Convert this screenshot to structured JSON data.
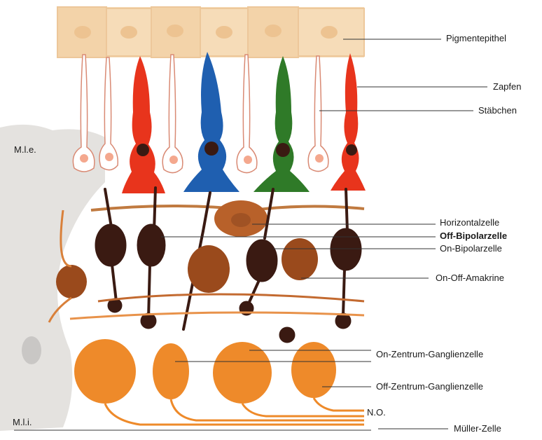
{
  "labels": {
    "mle": "M.l.e.",
    "mli": "M.l.i.",
    "pigment": "Pigmentepithel",
    "zapfen": "Zapfen",
    "staebchen": "Stäbchen",
    "horizontal": "Horizontalzelle",
    "offbipolar": "Off-Bipolarzelle",
    "onbipolar": "On-Bipolarzelle",
    "amakrine": "On-Off-Amakrine",
    "onganglion": "On-Zentrum-Ganglienzelle",
    "offganglion": "Off-Zentrum-Ganglienzelle",
    "no": "N.O.",
    "mueller": "Müller-Zelle"
  },
  "colors": {
    "pigment": "#f6dcb8",
    "mueller": "#e4e2df",
    "cone_red": "#e8341c",
    "cone_blue": "#1f5fb0",
    "cone_green": "#2f7a28",
    "bipolar": "#3a1a12",
    "horizontal": "#b8612a",
    "amacrine": "#9a4a1c",
    "ganglion": "#ee8a2a",
    "leader": "#333333"
  }
}
